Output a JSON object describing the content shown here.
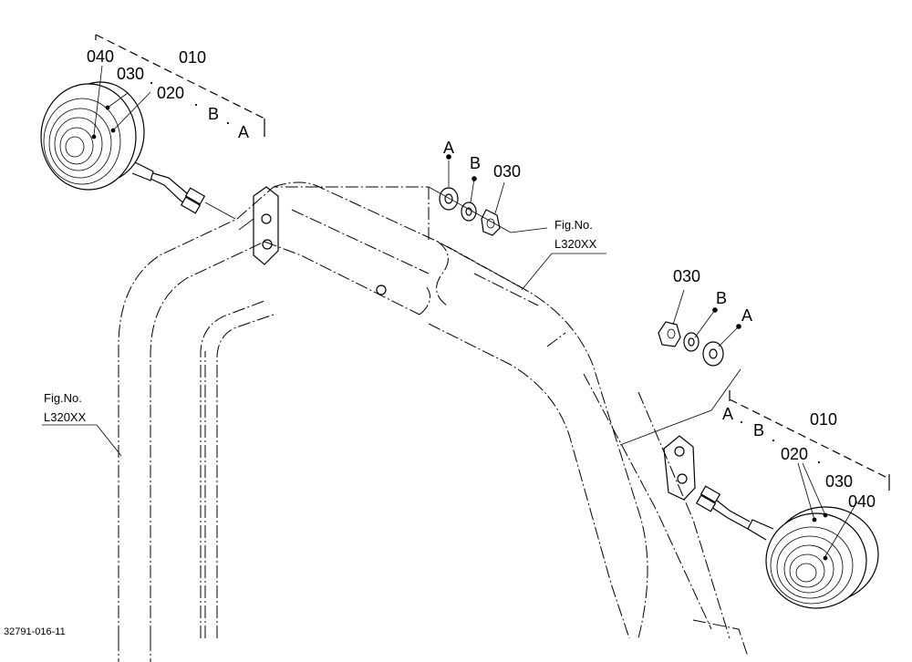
{
  "drawing_ref": "32791-016-11",
  "callouts": {
    "left_lamp": {
      "c010": "010",
      "c030": "030",
      "c040": "040",
      "c020": "020",
      "cB": "B",
      "cA": "A",
      "dot": "·"
    },
    "top_hardware": {
      "cA": "A",
      "cB": "B",
      "c030": "030"
    },
    "right_hardware": {
      "c030": "030",
      "cB": "B",
      "cA": "A"
    },
    "right_lamp": {
      "cA": "A",
      "cB": "B",
      "c010": "010",
      "c020": "020",
      "c030": "030",
      "c040": "040",
      "dot": "·"
    }
  },
  "fig_refs": {
    "top": {
      "line1": "Fig.No.",
      "line2": "L320XX"
    },
    "left": {
      "line1": "Fig.No.",
      "line2": "L320XX"
    }
  },
  "icons": [
    "lamp-assembly-left",
    "lamp-assembly-right",
    "rops-frame",
    "washer",
    "lock-washer",
    "nut"
  ]
}
